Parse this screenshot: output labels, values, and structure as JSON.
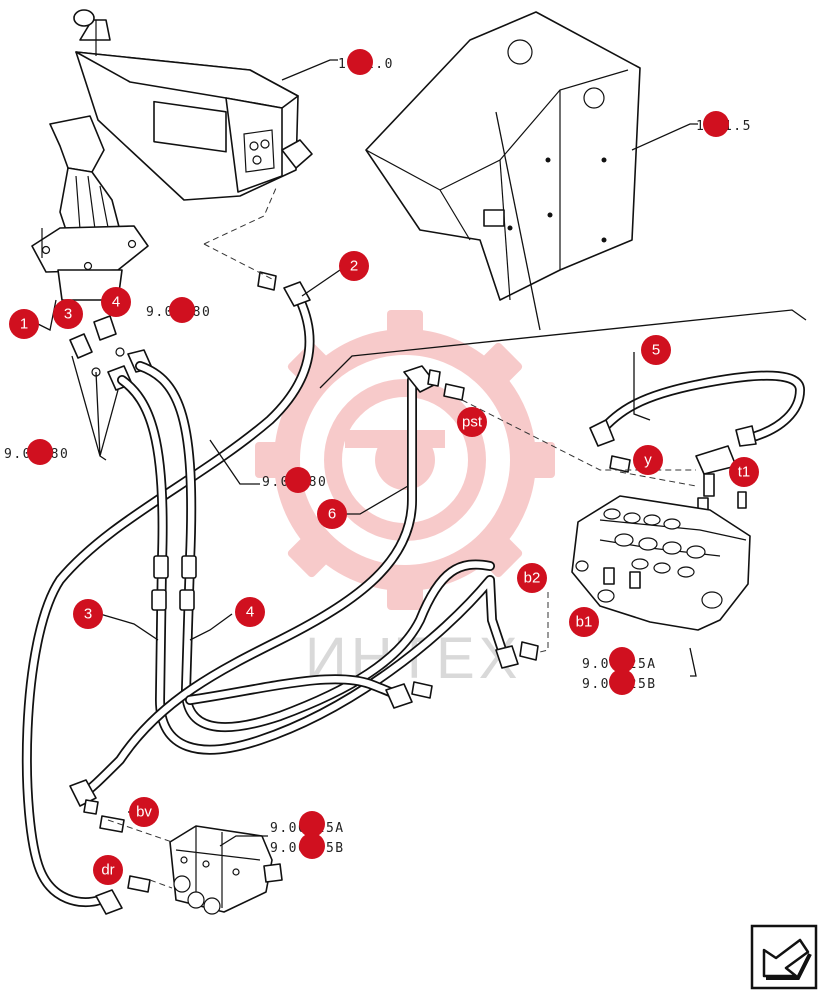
{
  "callouts": [
    {
      "id": "c1",
      "label": "1"
    },
    {
      "id": "c3a",
      "label": "3"
    },
    {
      "id": "c4a",
      "label": "4"
    },
    {
      "id": "c2",
      "label": "2"
    },
    {
      "id": "c5",
      "label": "5"
    },
    {
      "id": "cpst",
      "label": "pst"
    },
    {
      "id": "cy",
      "label": "y"
    },
    {
      "id": "ct1",
      "label": "t1"
    },
    {
      "id": "c6",
      "label": "6"
    },
    {
      "id": "cb2",
      "label": "b2"
    },
    {
      "id": "cb1",
      "label": "b1"
    },
    {
      "id": "c3b",
      "label": "3"
    },
    {
      "id": "c4b",
      "label": "4"
    },
    {
      "id": "cbv",
      "label": "bv"
    },
    {
      "id": "cdr",
      "label": "dr"
    }
  ],
  "references": {
    "r1820": "1.82.0",
    "r1215": "1.21.5",
    "r00580a": "9.00580",
    "r00580b": "9.00580",
    "r00580c": "9.00580",
    "r00825a1": "9.00825A",
    "r00825b1": "9.00825B",
    "r00825a2": "9.00825A",
    "r00825b2": "9.00825B"
  },
  "watermark": "ИНТЕХ",
  "colors": {
    "callout_fill": "#d0101f",
    "watermark_gear": "#f6b3b3",
    "line": "#111111"
  },
  "icons": {
    "next_page": "arrow-corner-icon",
    "watermark": "gear-logo-icon"
  }
}
